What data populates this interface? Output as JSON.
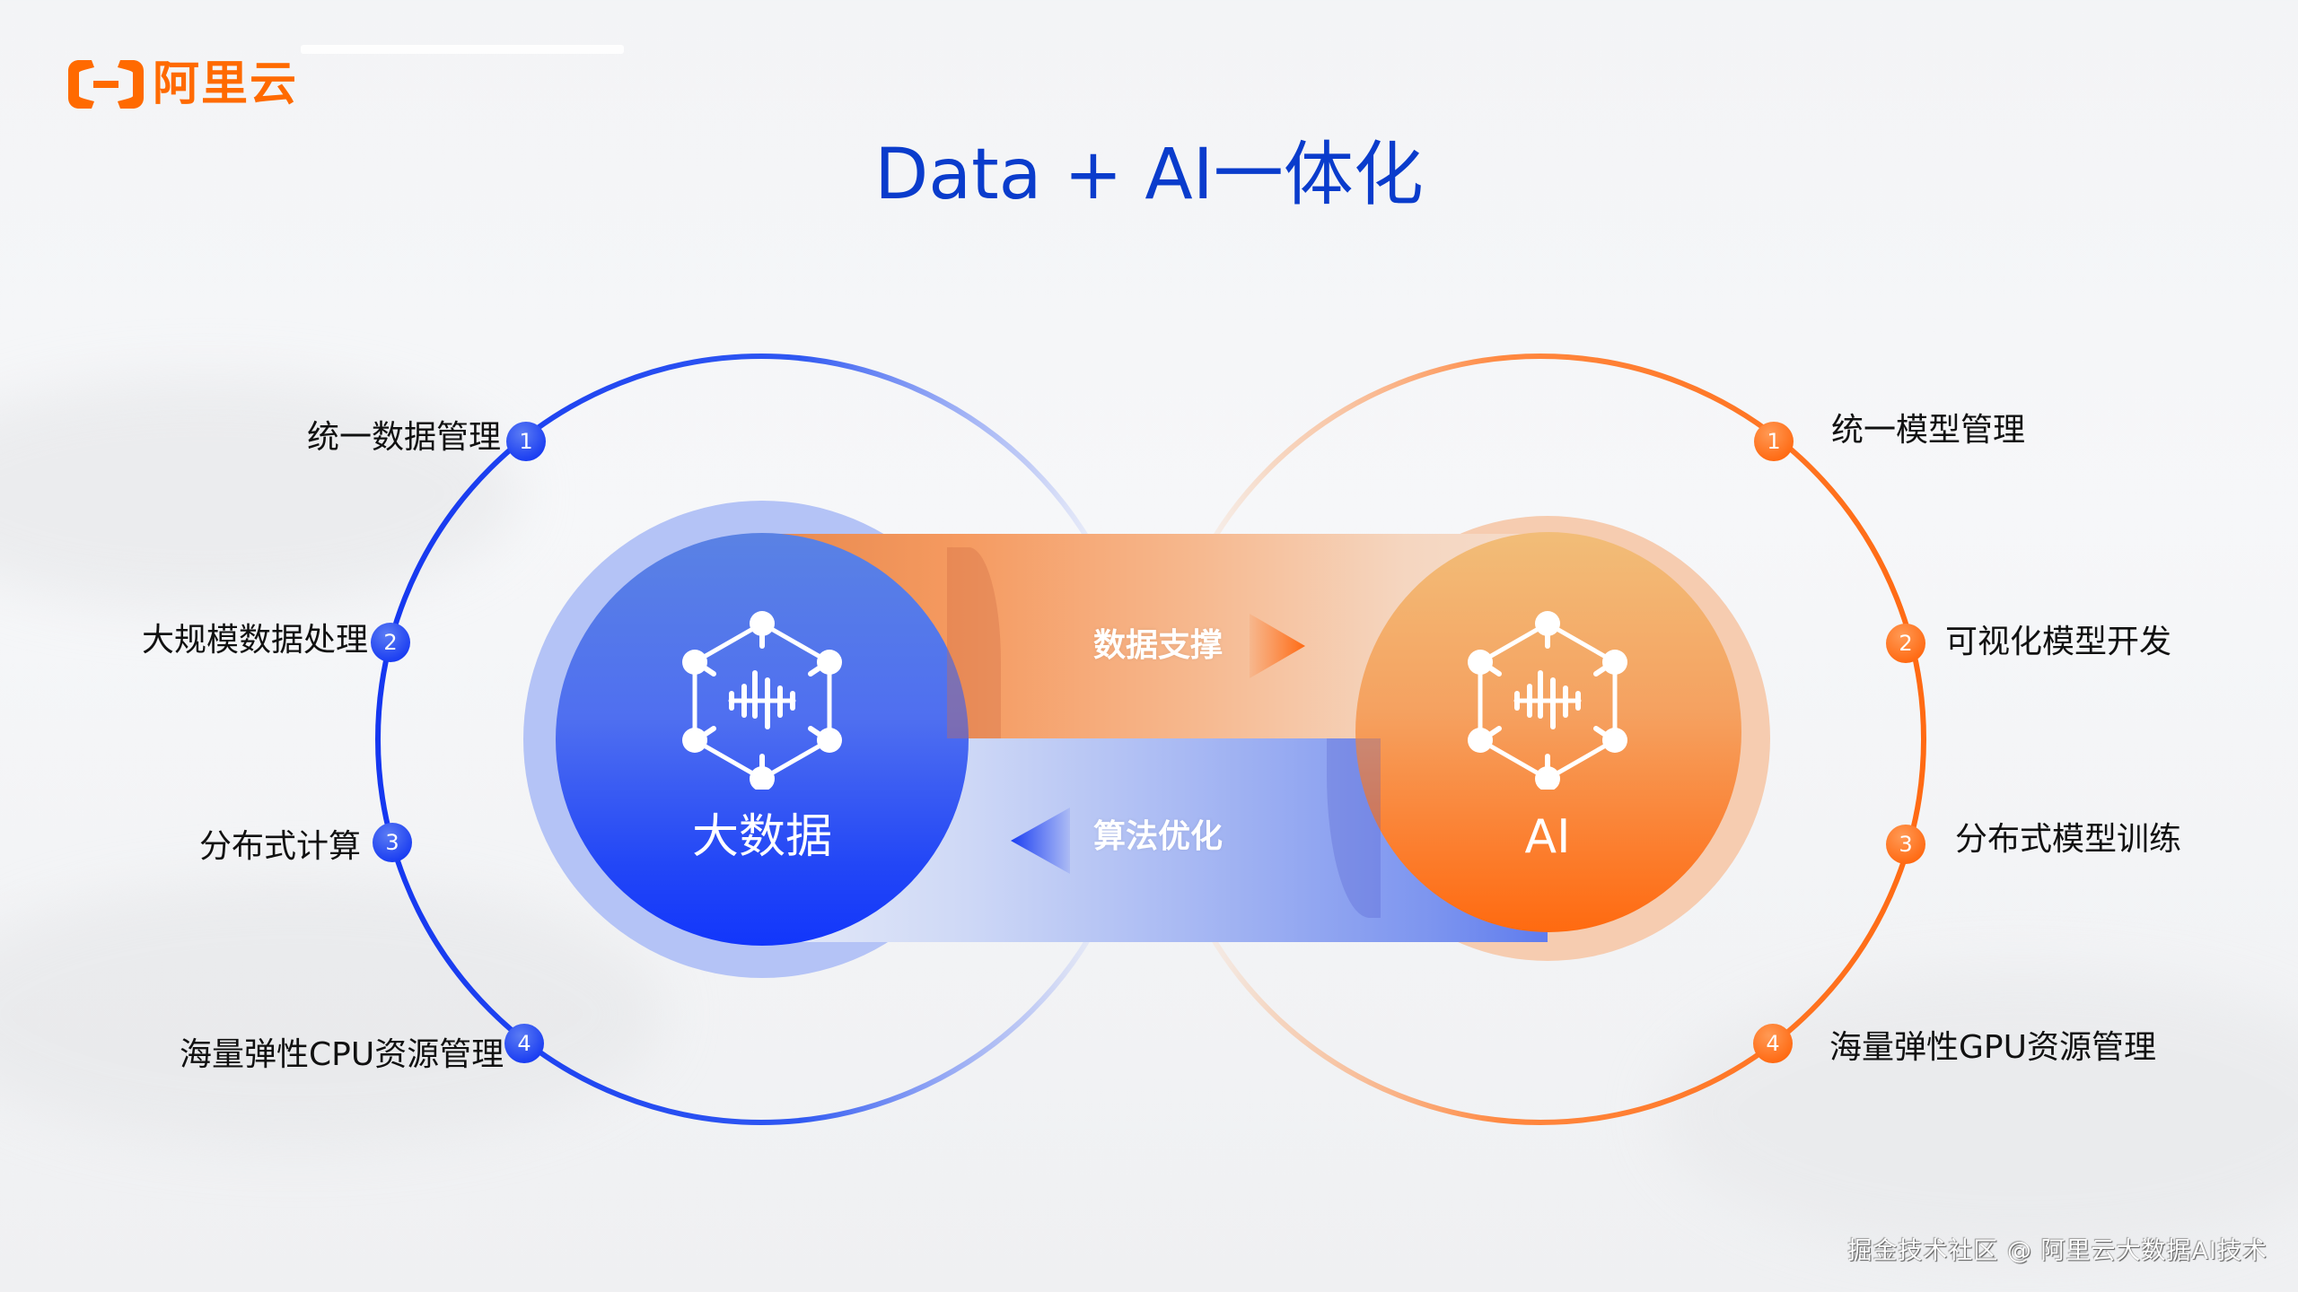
{
  "brand": {
    "logo_text": "阿里云",
    "logo_icon": "aliyun-bracket-logo",
    "color": "#ff6a00"
  },
  "title": "Data + AI一体化",
  "colors": {
    "title": "#0a3ccc",
    "blue": "#1a3df2",
    "orange": "#ff6a13",
    "text": "#111111"
  },
  "left": {
    "core_label": "大数据",
    "icon": "hexagon-network-waveform-icon",
    "items": [
      {
        "num": "1",
        "label": "统一数据管理"
      },
      {
        "num": "2",
        "label": "大规模数据处理"
      },
      {
        "num": "3",
        "label": "分布式计算"
      },
      {
        "num": "4",
        "label": "海量弹性CPU资源管理"
      }
    ]
  },
  "right": {
    "core_label": "AI",
    "icon": "hexagon-network-waveform-icon",
    "items": [
      {
        "num": "1",
        "label": "统一模型管理"
      },
      {
        "num": "2",
        "label": "可视化模型开发"
      },
      {
        "num": "3",
        "label": "分布式模型训练"
      },
      {
        "num": "4",
        "label": "海量弹性GPU资源管理"
      }
    ]
  },
  "flows": {
    "to_ai": {
      "label": "数据支撑",
      "direction": "right"
    },
    "to_data": {
      "label": "算法优化",
      "direction": "left"
    }
  },
  "watermark": "掘金技术社区 @ 阿里云大数据AI技术"
}
